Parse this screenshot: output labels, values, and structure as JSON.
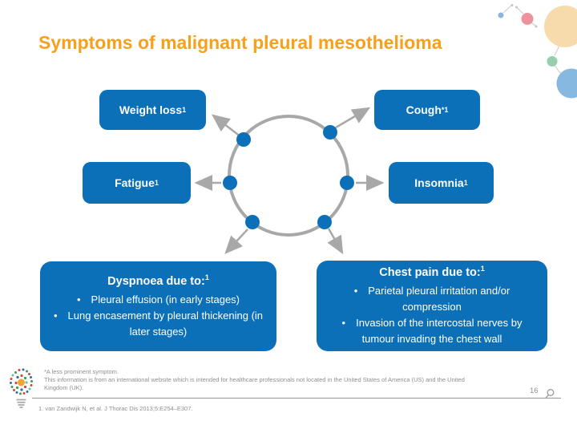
{
  "slide": {
    "title": "Symptoms of malignant pleural mesothelioma",
    "page_number": "16"
  },
  "glyphs": {
    "bullet": "•"
  },
  "symptom_boxes": {
    "weight_loss": {
      "label": "Weight loss",
      "sup": "1"
    },
    "cough": {
      "label": "Cough",
      "sup": "*1"
    },
    "fatigue": {
      "label": "Fatigue",
      "sup": "1"
    },
    "insomnia": {
      "label": "Insomnia",
      "sup": "1"
    }
  },
  "detail_boxes": {
    "dyspnoea": {
      "heading": "Dyspnoea due to:",
      "heading_sup": "1",
      "bullets": [
        "Pleural effusion (in early stages)",
        "Lung encasement by pleural thickening (in later stages)"
      ]
    },
    "chest_pain": {
      "heading": "Chest pain due to:",
      "heading_sup": "1",
      "bullets": [
        "Parietal pleural irritation and/or compression",
        "Invasion of the intercostal nerves by tumour invading the chest wall"
      ]
    }
  },
  "footnotes": {
    "lines": [
      "*A less prominent symptom.",
      "This information is from an international website which is intended for healthcare professionals not located in the United States of America (US) and the United",
      "Kingdom (UK)."
    ]
  },
  "reference": "1. van Zandwijk N, et al. J Thorac Dis 2013;5:E254–E307.",
  "colors": {
    "title_orange": "#F6A11E",
    "box_blue": "#0C70B8",
    "connector_gray": "#A8A8A8",
    "footnote_gray": "#8F8F8F",
    "decor_peach": "#F8DBAD",
    "decor_pink": "#ED939B",
    "decor_green": "#95CFAD",
    "decor_light_blue": "#86B8E0"
  },
  "icons": {
    "footer_left": "lightbulb-dots-icon",
    "footer_right": "magnifier-icon"
  }
}
